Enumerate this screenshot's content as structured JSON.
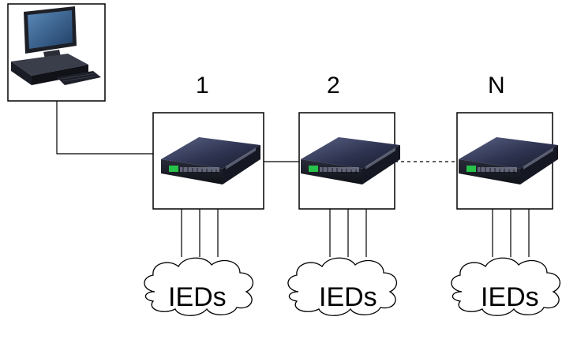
{
  "computer": {
    "icon": "desktop-computer-icon"
  },
  "switches": [
    {
      "label": "1",
      "icon": "network-switch-icon",
      "cloud_label": "IEDs"
    },
    {
      "label": "2",
      "icon": "network-switch-icon",
      "cloud_label": "IEDs"
    },
    {
      "label": "N",
      "icon": "network-switch-icon",
      "cloud_label": "IEDs"
    }
  ],
  "colors": {
    "line": "#000000",
    "switch_body": "#2b2f45",
    "port_led": "#27c24a"
  }
}
